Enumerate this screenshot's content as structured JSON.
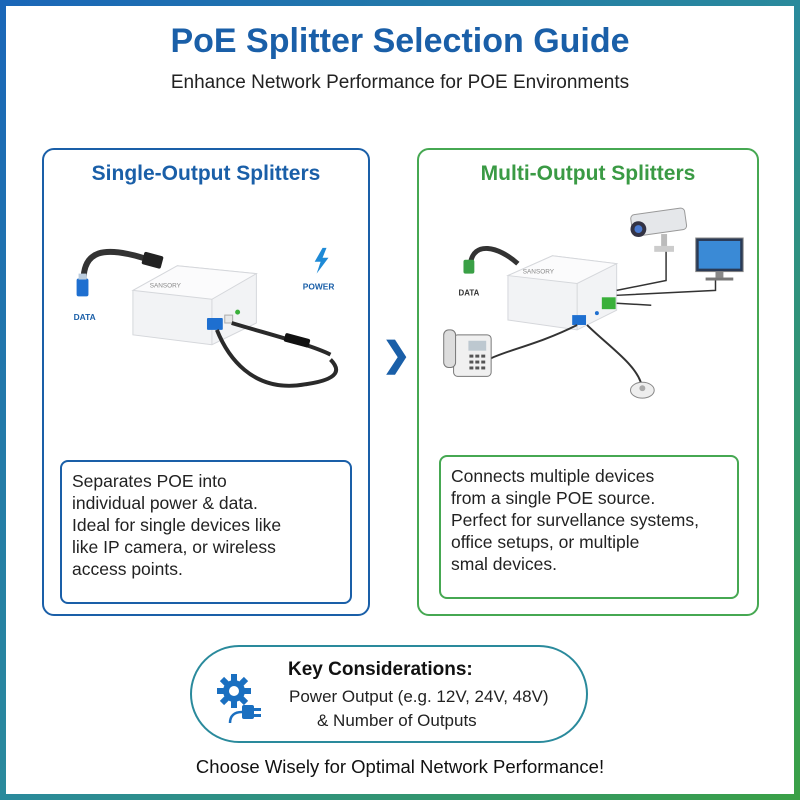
{
  "header": {
    "title": "PoE Splitter Selection Guide",
    "subtitle": "Enhance Network Performance for POE Environments"
  },
  "single_output": {
    "title": "Single-Output Splitters",
    "label_data": "DATA",
    "label_power": "POWER",
    "brand": "SANSORY",
    "description_lines": [
      "Separates POE into",
      "individual power & data.",
      "Ideal for single devices like",
      "like IP camera, or wireless",
      "access points."
    ]
  },
  "multi_output": {
    "title": "Multi-Output Splitters",
    "label_data": "DATA",
    "brand": "SANSORY",
    "description_lines": [
      "Connects multiple devices",
      "from a single POE source.",
      "Perfect for survellance systems,",
      "office setups, or multiple",
      "smal devices."
    ]
  },
  "key_considerations": {
    "title": "Key Considerations:",
    "line1": "Power Output (e.g. 12V, 24V, 48V)",
    "line2": "& Number of Outputs",
    "icon": "gear-plug-icon"
  },
  "footer": {
    "text": "Choose Wisely for Optimal Network Performance!"
  },
  "colors": {
    "blue": "#1a5fa8",
    "green": "#3a9a44"
  }
}
